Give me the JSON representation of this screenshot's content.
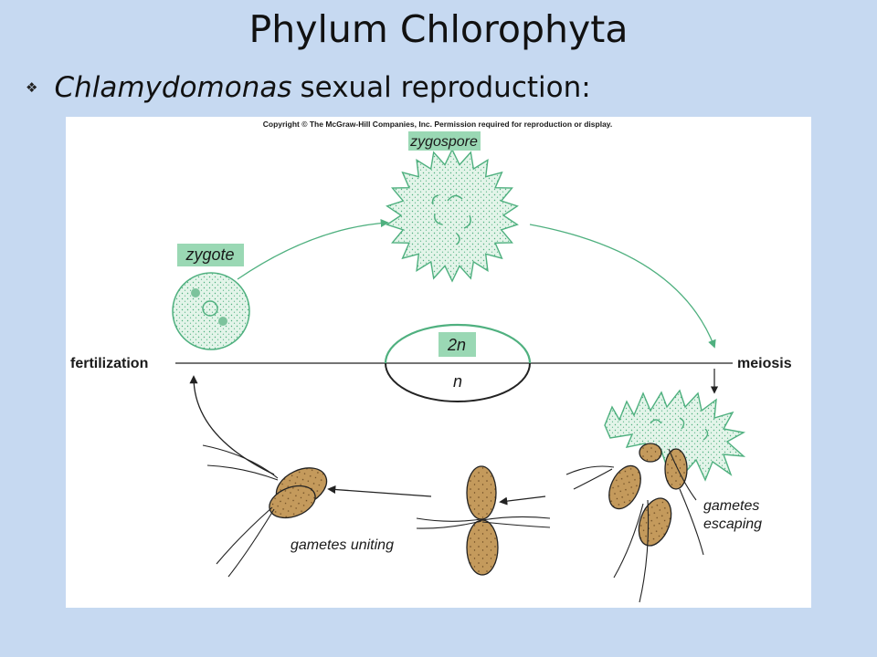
{
  "title": "Phylum Chlorophyta",
  "bullet": {
    "italic": "Chlamydomonas",
    "rest": "sexual reproduction:"
  },
  "figure": {
    "copyright": "Copyright © The McGraw-Hill Companies, Inc. Permission required for reproduction or display.",
    "labels": {
      "zygospore": "zygospore",
      "zygote": "zygote",
      "fertilization": "fertilization",
      "meiosis": "meiosis",
      "diploid": "2n",
      "haploid": "n",
      "gametes_escaping_1": "gametes",
      "gametes_escaping_2": "escaping",
      "gametes_uniting": "gametes uniting"
    },
    "colors": {
      "green_outline": "#4fb07f",
      "green_fill": "#d9f0e1",
      "label_box": "#9ad8b4",
      "cell_fill": "#c49a5c",
      "background": "#c6d9f1"
    }
  }
}
